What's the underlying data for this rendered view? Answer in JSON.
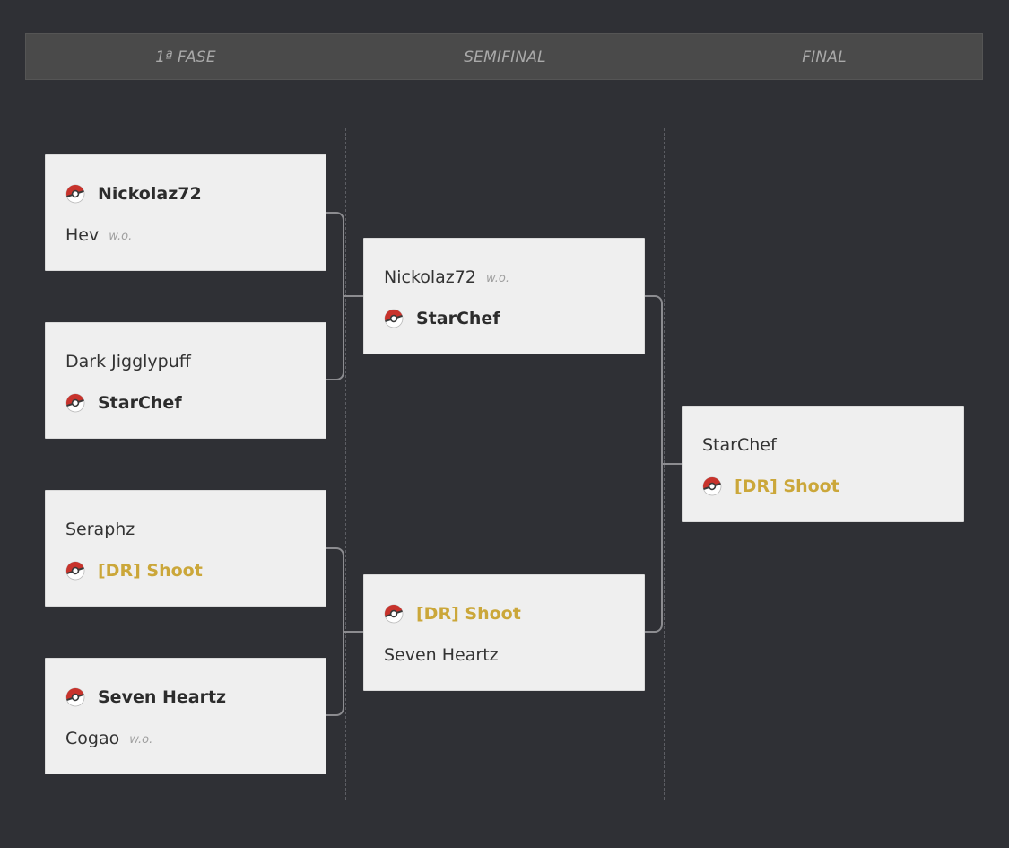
{
  "rounds": {
    "first": "1ª FASE",
    "semifinal": "SEMIFINAL",
    "final": "FINAL"
  },
  "walkover_label": "w.o.",
  "colors": {
    "background": "#2f3035",
    "header_bar": "#4a4a4a",
    "match_card": "#efefef",
    "champion_name": "#cba73a",
    "connector": "#8c8c90",
    "pokeball_red": "#c8332c"
  },
  "icons": {
    "winner_marker": "pokeball-icon"
  },
  "matches": {
    "r1_m1": {
      "p1": {
        "name": "Nickolaz72",
        "winner": true
      },
      "p2": {
        "name": "Hev",
        "walkover": true
      }
    },
    "r1_m2": {
      "p1": {
        "name": "Dark Jigglypuff"
      },
      "p2": {
        "name": "StarChef",
        "winner": true
      }
    },
    "r1_m3": {
      "p1": {
        "name": "Seraphz"
      },
      "p2": {
        "name": "[DR] Shoot",
        "winner": true,
        "champion": true
      }
    },
    "r1_m4": {
      "p1": {
        "name": "Seven Heartz",
        "winner": true
      },
      "p2": {
        "name": "Cogao",
        "walkover": true
      }
    },
    "sf_m1": {
      "p1": {
        "name": "Nickolaz72",
        "walkover": true
      },
      "p2": {
        "name": "StarChef",
        "winner": true
      }
    },
    "sf_m2": {
      "p1": {
        "name": "[DR] Shoot",
        "winner": true,
        "champion": true
      },
      "p2": {
        "name": "Seven Heartz"
      }
    },
    "final": {
      "p1": {
        "name": "StarChef"
      },
      "p2": {
        "name": "[DR] Shoot",
        "winner": true,
        "champion": true
      }
    }
  }
}
